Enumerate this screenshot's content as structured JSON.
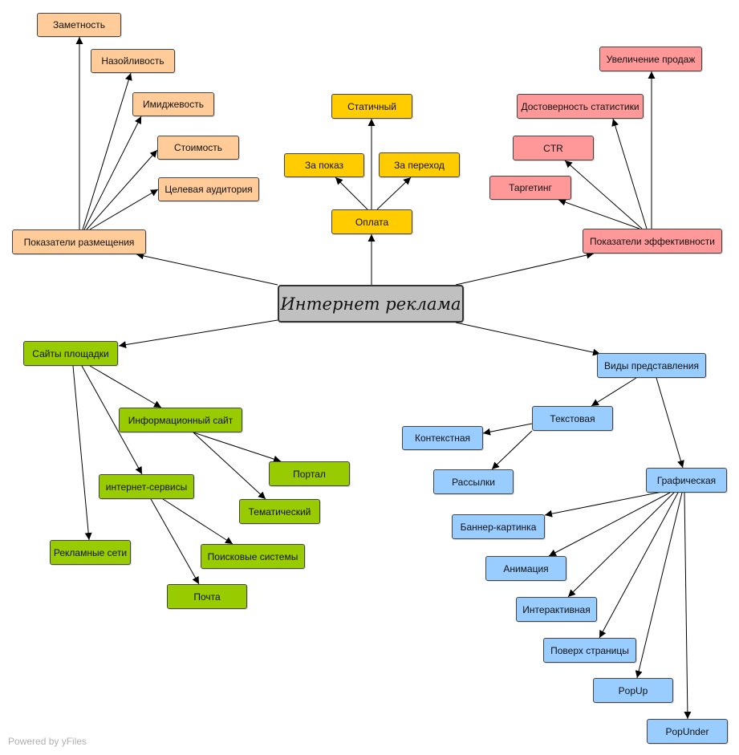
{
  "root": {
    "label": "Интернет  реклама"
  },
  "placement": {
    "label": "Показатели размещения",
    "children": [
      "Заметность",
      "Назойливость",
      "Имиджевость",
      "Стоимость",
      "Целевая аудитория"
    ]
  },
  "payment": {
    "label": "Оплата",
    "children": [
      "За показ",
      "За переход",
      "Статичный"
    ]
  },
  "efficiency": {
    "label": "Показатели эффективности",
    "children": [
      "Таргетинг",
      "CTR",
      "Достоверность статистики",
      "Увеличение продаж"
    ]
  },
  "sites": {
    "label": "Сайты площадки",
    "info_site": {
      "label": "Информационный сайт",
      "children": [
        "Портал",
        "Тематический"
      ]
    },
    "services": {
      "label": "интернет-сервисы",
      "children": [
        "Поисковые системы",
        "Почта"
      ]
    },
    "ad_networks": "Рекламные сети"
  },
  "views": {
    "label": "Виды представления",
    "text": {
      "label": "Текстовая",
      "children": [
        "Контекстная",
        "Рассылки"
      ]
    },
    "graphic": {
      "label": "Графическая",
      "children": [
        "Баннер-картинка",
        "Анимация",
        "Интерактивная",
        "Поверх страницы",
        "PopUp",
        "PopUnder"
      ]
    }
  },
  "footer": {
    "watermark": "Powered by yFiles"
  },
  "colors": {
    "placement": "#ffcc99",
    "payment": "#ffcc00",
    "efficiency": "#ff9999",
    "sites": "#99cc00",
    "views": "#99ccff",
    "root": "#c0c0c0"
  }
}
